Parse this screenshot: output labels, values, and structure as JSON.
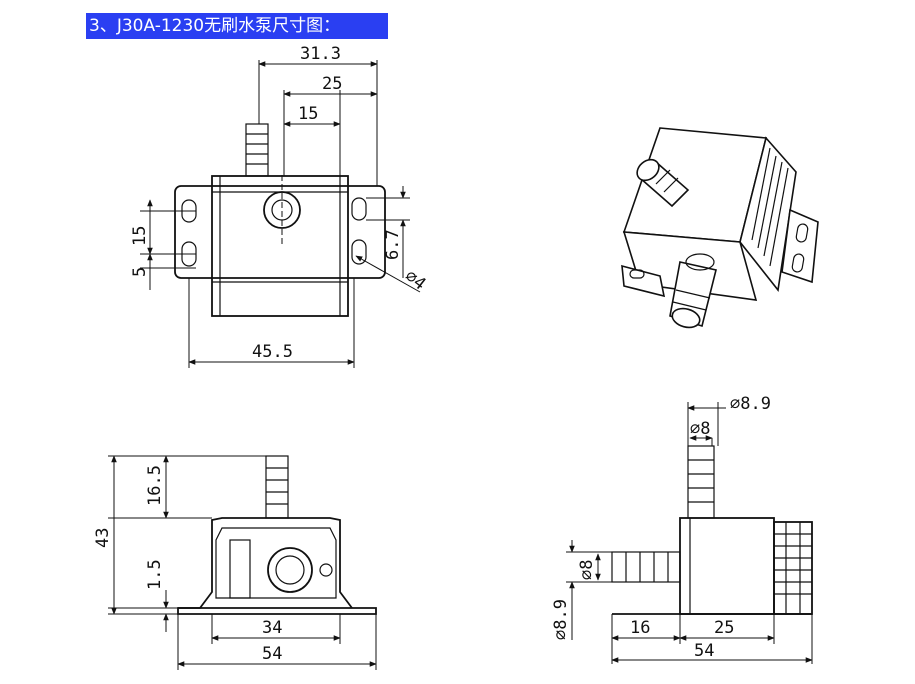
{
  "title": "3、J30A-1230无刷水泵尺寸图：",
  "top_view": {
    "dims": {
      "w_total": "31.3",
      "w_mid": "25",
      "w_small": "15",
      "base_width": "45.5",
      "h_left_15": "15",
      "h_left_5": "5",
      "h_right": "6.7",
      "hole": "⌀4"
    }
  },
  "front_view": {
    "dims": {
      "height_total": "43",
      "nozzle": "16.5",
      "base": "1.5",
      "inner_width": "34",
      "width_total": "54"
    }
  },
  "side_view": {
    "dims": {
      "outlet_outer": "⌀8.9",
      "outlet_inner": "⌀8",
      "inlet_inner": "⌀8",
      "inlet_outer": "⌀8.9",
      "inlet_len": "16",
      "body_len": "25",
      "total_len": "54"
    }
  }
}
